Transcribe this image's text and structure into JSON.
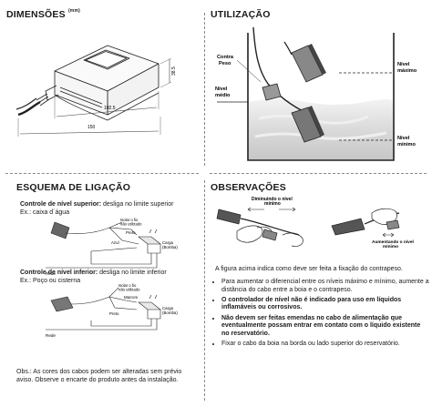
{
  "dimensoes": {
    "title": "DIMENSÕES",
    "unit": "(mm)",
    "dim_height": "38.5",
    "dim_width_1": "102.5",
    "dim_width_2": "150"
  },
  "utilizacao": {
    "title": "UTILIZAÇÃO",
    "contra_peso": [
      "Contra",
      "Peso"
    ],
    "nivel_medio": [
      "Nível",
      "médio"
    ],
    "nivel_maximo": [
      "Nível",
      "máximo"
    ],
    "nivel_minimo": [
      "Nível",
      "mínimo"
    ]
  },
  "esquema": {
    "title": "ESQUEMA DE LIGAÇÃO",
    "sup_label": "Controle de nível superior:",
    "sup_text": " desliga no limite superior",
    "sup_ex": "Ex.: caixa d´água",
    "inf_label": "Controle de nível inferior:",
    "inf_text": " desliga no limite inferior",
    "inf_ex": "Ex.: Poço ou cisterna",
    "wire_isolar": [
      "Isolar o fio",
      "não utilizado"
    ],
    "wire_preto": "Preto",
    "wire_azul": "Azul",
    "wire_marrom": "Marrom",
    "carga": [
      "Carga",
      "(Bomba)"
    ],
    "rede": "Rede",
    "obs": "Obs.: As cores dos cabos podem ser alteradas sem prévio aviso. Observe o encarte do produto antes da instalação."
  },
  "observacoes": {
    "title": "OBSERVAÇÕES",
    "diminuindo": [
      "Diminuindo o nível",
      "mínimo"
    ],
    "aumentando": [
      "Aumentando o nível",
      "mínimo"
    ],
    "caption": "A figura acima indica como deve ser feita a fixação do contrapeso.",
    "bullets": [
      {
        "text": "Para aumentar o diferencial entre os níveis máximo e mínimo, aumente a distância do cabo entre a boia e o contrapeso.",
        "bold": false
      },
      {
        "text": "O controlador de nível não é indicado para uso em líquidos inflamáveis ou corrosivos.",
        "bold": true
      },
      {
        "text": "Não devem ser feitas emendas no cabo de alimentação que eventualmente possam entrar em contato com o líquido existente no reservatório.",
        "bold": true
      },
      {
        "text": "Fixar o cabo da boia na borda ou lado superior do reservatório.",
        "bold": false
      }
    ]
  }
}
